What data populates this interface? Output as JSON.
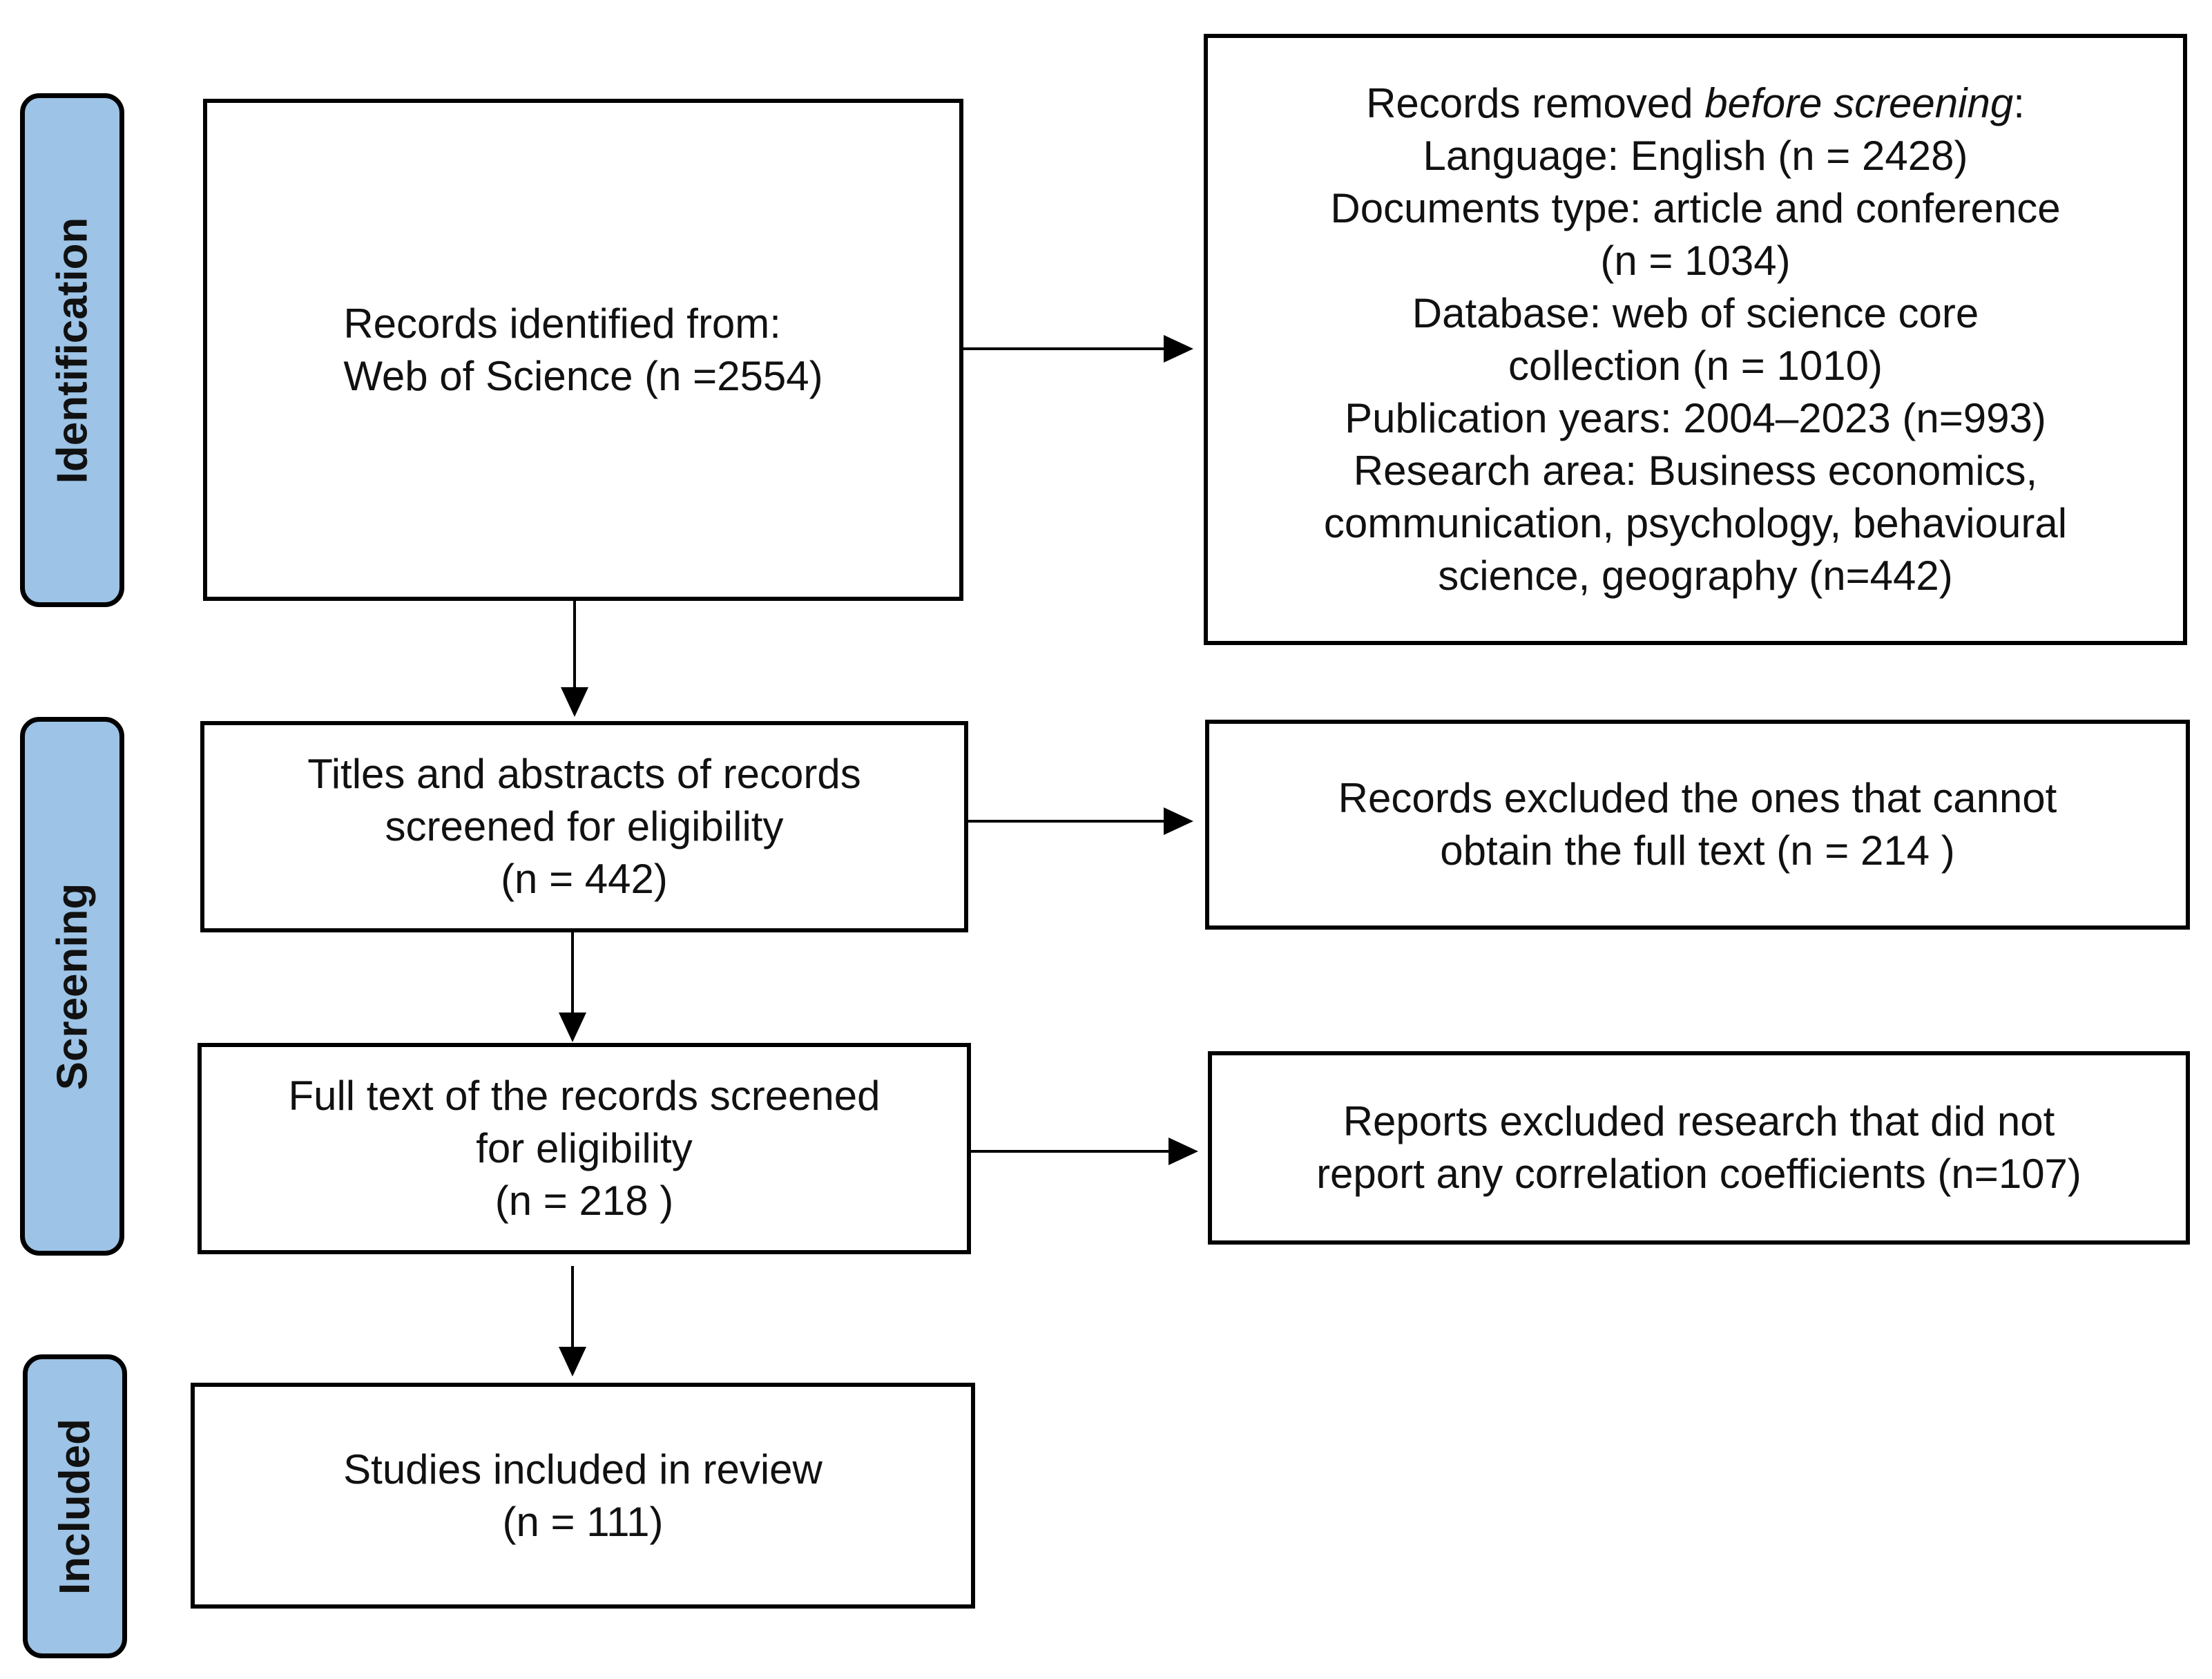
{
  "colors": {
    "stage_fill": "#9dc3e6",
    "border": "#000000"
  },
  "stages": {
    "identification": "Identification",
    "screening": "Screening",
    "included": "Included"
  },
  "boxes": {
    "identified": "Records identified from:\n Web of Science (n =2554)",
    "removed_prefix": "Records removed ",
    "removed_emph": "before screening",
    "removed_suffix": ":",
    "removed_details": "Language: English (n = 2428)\nDocuments type: article and conference\n(n = 1034)\nDatabase: web of science core\ncollection (n = 1010)\nPublication years: 2004–2023 (n=993)\nResearch area: Business economics,\ncommunication, psychology, behavioural\nscience, geography (n=442)",
    "title_abstract": "Titles and abstracts of records\nscreened for eligibility\n(n = 442)",
    "excluded_fulltext": "Records excluded the ones that cannot\nobtain the full text (n = 214 )",
    "full_text": "Full text of the records screened\nfor eligibility\n(n = 218 )",
    "reports_excluded": "Reports excluded research that did not\nreport any correlation coefficients (n=107)",
    "included": "Studies included in review\n(n = 111)"
  }
}
